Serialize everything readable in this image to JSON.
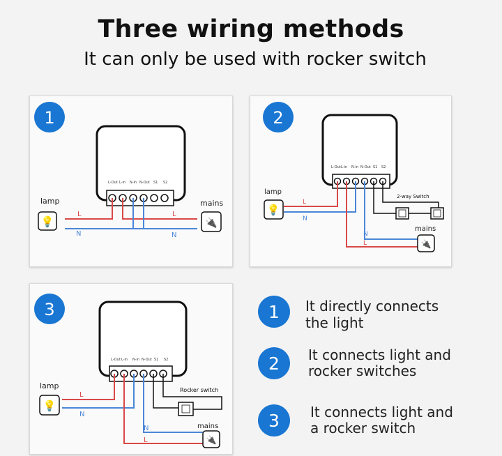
{
  "header": {
    "title": "Three  wiring methods",
    "subtitle": "It can only  be used with rocker switch"
  },
  "colors": {
    "badge": "#1976d2",
    "live": "#d94848",
    "neutral": "#4a86d8",
    "wire": "#111111"
  },
  "panels": [
    {
      "number": "1",
      "terminals": [
        "L-Out",
        "L-in",
        "N-in",
        "N-Out",
        "S1",
        "S2"
      ],
      "lamp_label": "lamp",
      "mains_label": "mains",
      "wire_labels": [
        "L",
        "N",
        "L",
        "N"
      ]
    },
    {
      "number": "2",
      "terminals": [
        "L-Out",
        "L-in",
        "N-in",
        "N-Out",
        "S1",
        "S2"
      ],
      "lamp_label": "lamp",
      "mains_label": "mains",
      "switch_label": "2-way Switch",
      "wire_labels": [
        "L",
        "N",
        "N",
        "L"
      ]
    },
    {
      "number": "3",
      "terminals": [
        "L-Out",
        "L-in",
        "N-in",
        "N-Out",
        "S1",
        "S2"
      ],
      "lamp_label": "lamp",
      "mains_label": "mains",
      "switch_label": "Rocker switch",
      "wire_labels": [
        "L",
        "N",
        "N",
        "L"
      ]
    }
  ],
  "descriptions": [
    {
      "number": "1",
      "line1": "It directly connects",
      "line2": "the light"
    },
    {
      "number": "2",
      "line1": "It connects light and",
      "line2": "rocker switches"
    },
    {
      "number": "3",
      "line1": "It connects light and",
      "line2": "a rocker switch"
    }
  ]
}
